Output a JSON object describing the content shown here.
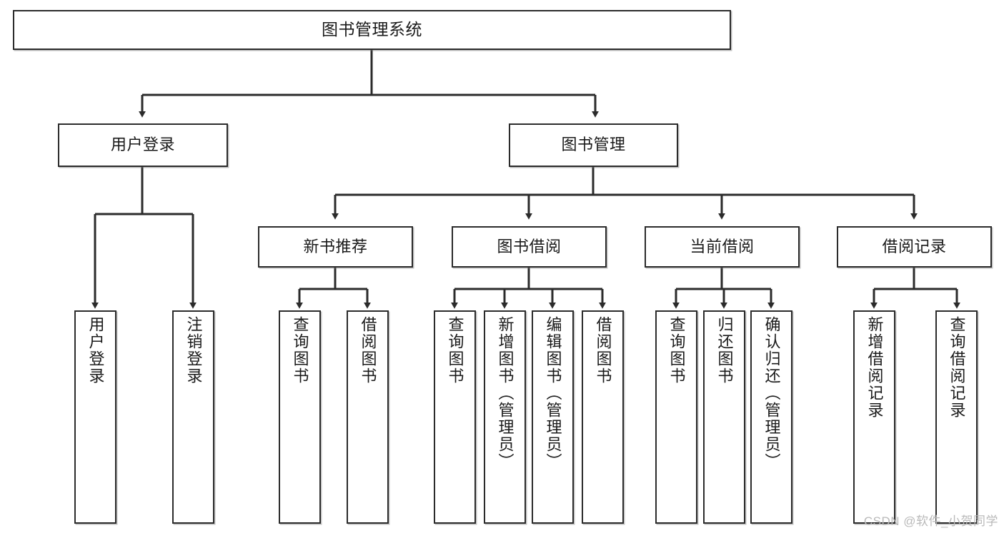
{
  "diagram": {
    "type": "tree-hierarchy-chart",
    "title": "图书管理系统",
    "colors": {
      "box_border": "#2b2b2b",
      "box_fill": "#ffffff",
      "connector": "#2b2b2b",
      "text": "#1a1a1a",
      "watermark": "#b9b9b9",
      "background": "#ffffff"
    },
    "root": {
      "label": "图书管理系统"
    },
    "level1": [
      {
        "label": "用户登录"
      },
      {
        "label": "图书管理"
      }
    ],
    "level2": [
      {
        "label": "新书推荐"
      },
      {
        "label": "图书借阅"
      },
      {
        "label": "当前借阅"
      },
      {
        "label": "借阅记录"
      }
    ],
    "leaves": {
      "user_login": [
        {
          "label": "用户登录"
        },
        {
          "label": "注销登录"
        }
      ],
      "new_book_recommend": [
        {
          "label": "查询图书"
        },
        {
          "label": "借阅图书"
        }
      ],
      "book_borrow": [
        {
          "label": "查询图书"
        },
        {
          "label": "新增图书（管理员）"
        },
        {
          "label": "编辑图书（管理员）"
        },
        {
          "label": "借阅图书"
        }
      ],
      "current_borrow": [
        {
          "label": "查询图书"
        },
        {
          "label": "归还图书"
        },
        {
          "label": "确认归还（管理员）"
        }
      ],
      "borrow_record": [
        {
          "label": "新增借阅记录"
        },
        {
          "label": "查询借阅记录"
        }
      ]
    },
    "watermark": "CSDN @软件_小贺同学"
  }
}
